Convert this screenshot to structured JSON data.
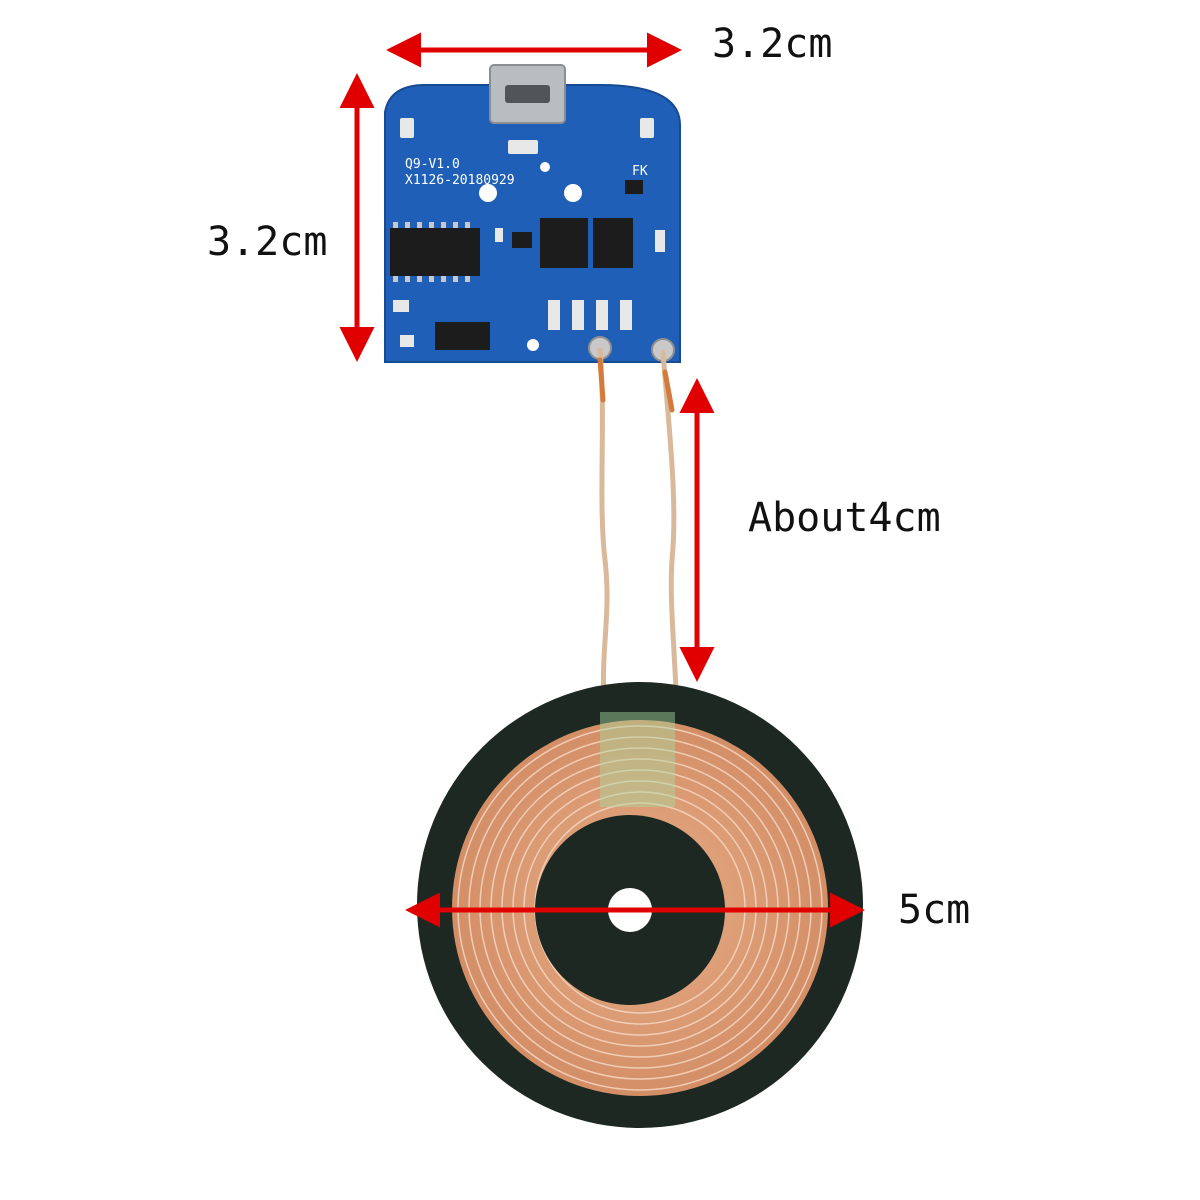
{
  "labels": {
    "board_width": "3.2cm",
    "board_height": "3.2cm",
    "wire_length": "About4cm",
    "coil_diameter": "5cm"
  },
  "board_markings": {
    "model": "Q9-V1.0",
    "date_code": "X1126-20180929",
    "brand": "FK"
  },
  "colors": {
    "dimension_arrow": "#e00000",
    "pcb": "#1f5fb8",
    "coil_ferrite": "#1e2822",
    "copper_wire": "#d89870"
  }
}
